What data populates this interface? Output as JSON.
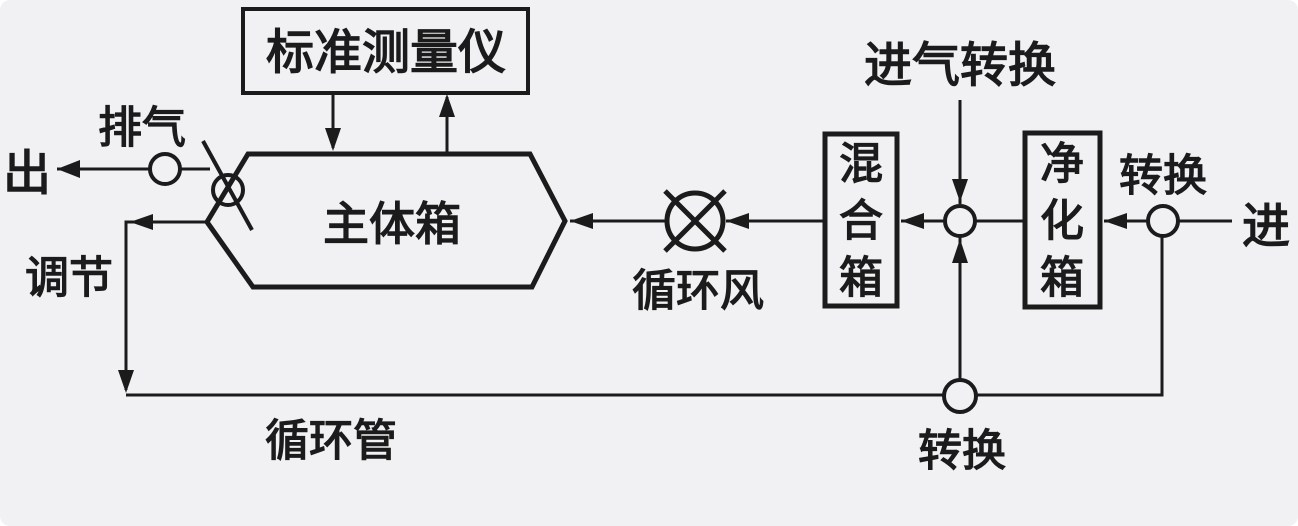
{
  "diagram": {
    "colors": {
      "background": "#f1f1f4",
      "line": "#1b1b1b"
    },
    "nodes": {
      "standard_meter": {
        "label": "标准测量仪"
      },
      "main_box": {
        "label": "主体箱"
      },
      "mixing_box": {
        "label": "混合箱"
      },
      "purification_box": {
        "label": "净化箱"
      }
    },
    "labels": {
      "out": "出",
      "exhaust": "排气",
      "adjust": "调节",
      "circulation_fan": "循环风",
      "circulation_pipe": "循环管",
      "intake_switch": "进气转换",
      "switch_right": "转换",
      "switch_bottom": "转换",
      "in": "进"
    }
  }
}
